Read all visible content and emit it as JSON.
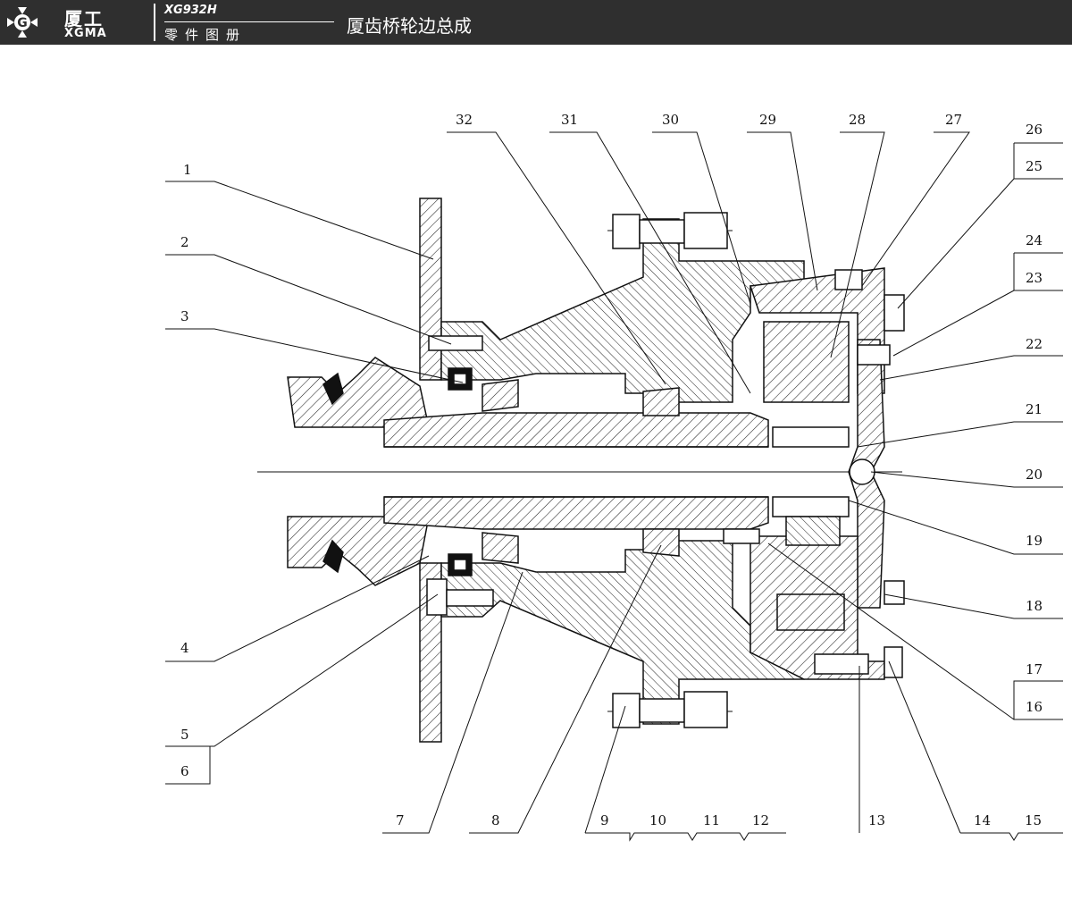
{
  "header": {
    "brand_cn": "厦工",
    "brand_en": "XGMA",
    "model": "XG932H",
    "catalog": "零件图册",
    "assembly": "厦齿桥轮边总成"
  },
  "callouts": [
    "1",
    "2",
    "3",
    "4",
    "5",
    "6",
    "7",
    "8",
    "9",
    "10",
    "11",
    "12",
    "13",
    "14",
    "15",
    "16",
    "17",
    "18",
    "19",
    "20",
    "21",
    "22",
    "23",
    "24",
    "25",
    "26",
    "27",
    "28",
    "29",
    "30",
    "31",
    "32"
  ]
}
